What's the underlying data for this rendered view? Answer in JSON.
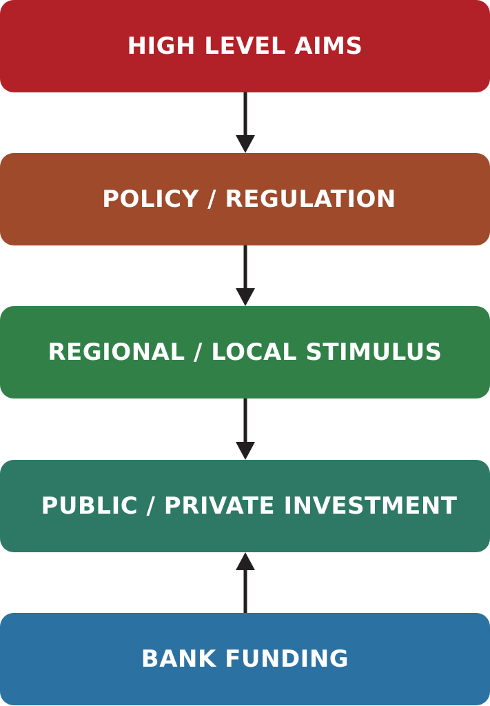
{
  "diagram": {
    "boxes": [
      {
        "label": "HIGH LEVEL AIMS",
        "color": "#b22028"
      },
      {
        "label": "POLICY / REGULATION",
        "color": "#9e4a2b"
      },
      {
        "label": "REGIONAL / LOCAL STIMULUS",
        "color": "#318048"
      },
      {
        "label": "PUBLIC / PRIVATE INVESTMENT",
        "color": "#2e7966"
      },
      {
        "label": "BANK FUNDING",
        "color": "#2b71a1"
      }
    ],
    "arrows": [
      {
        "from": "HIGH LEVEL AIMS",
        "to": "POLICY / REGULATION",
        "direction": "down"
      },
      {
        "from": "POLICY / REGULATION",
        "to": "REGIONAL / LOCAL STIMULUS",
        "direction": "down"
      },
      {
        "from": "REGIONAL / LOCAL STIMULUS",
        "to": "PUBLIC / PRIVATE INVESTMENT",
        "direction": "down"
      },
      {
        "from": "BANK FUNDING",
        "to": "PUBLIC / PRIVATE INVESTMENT",
        "direction": "up"
      }
    ],
    "arrow_color": "#231f20"
  }
}
